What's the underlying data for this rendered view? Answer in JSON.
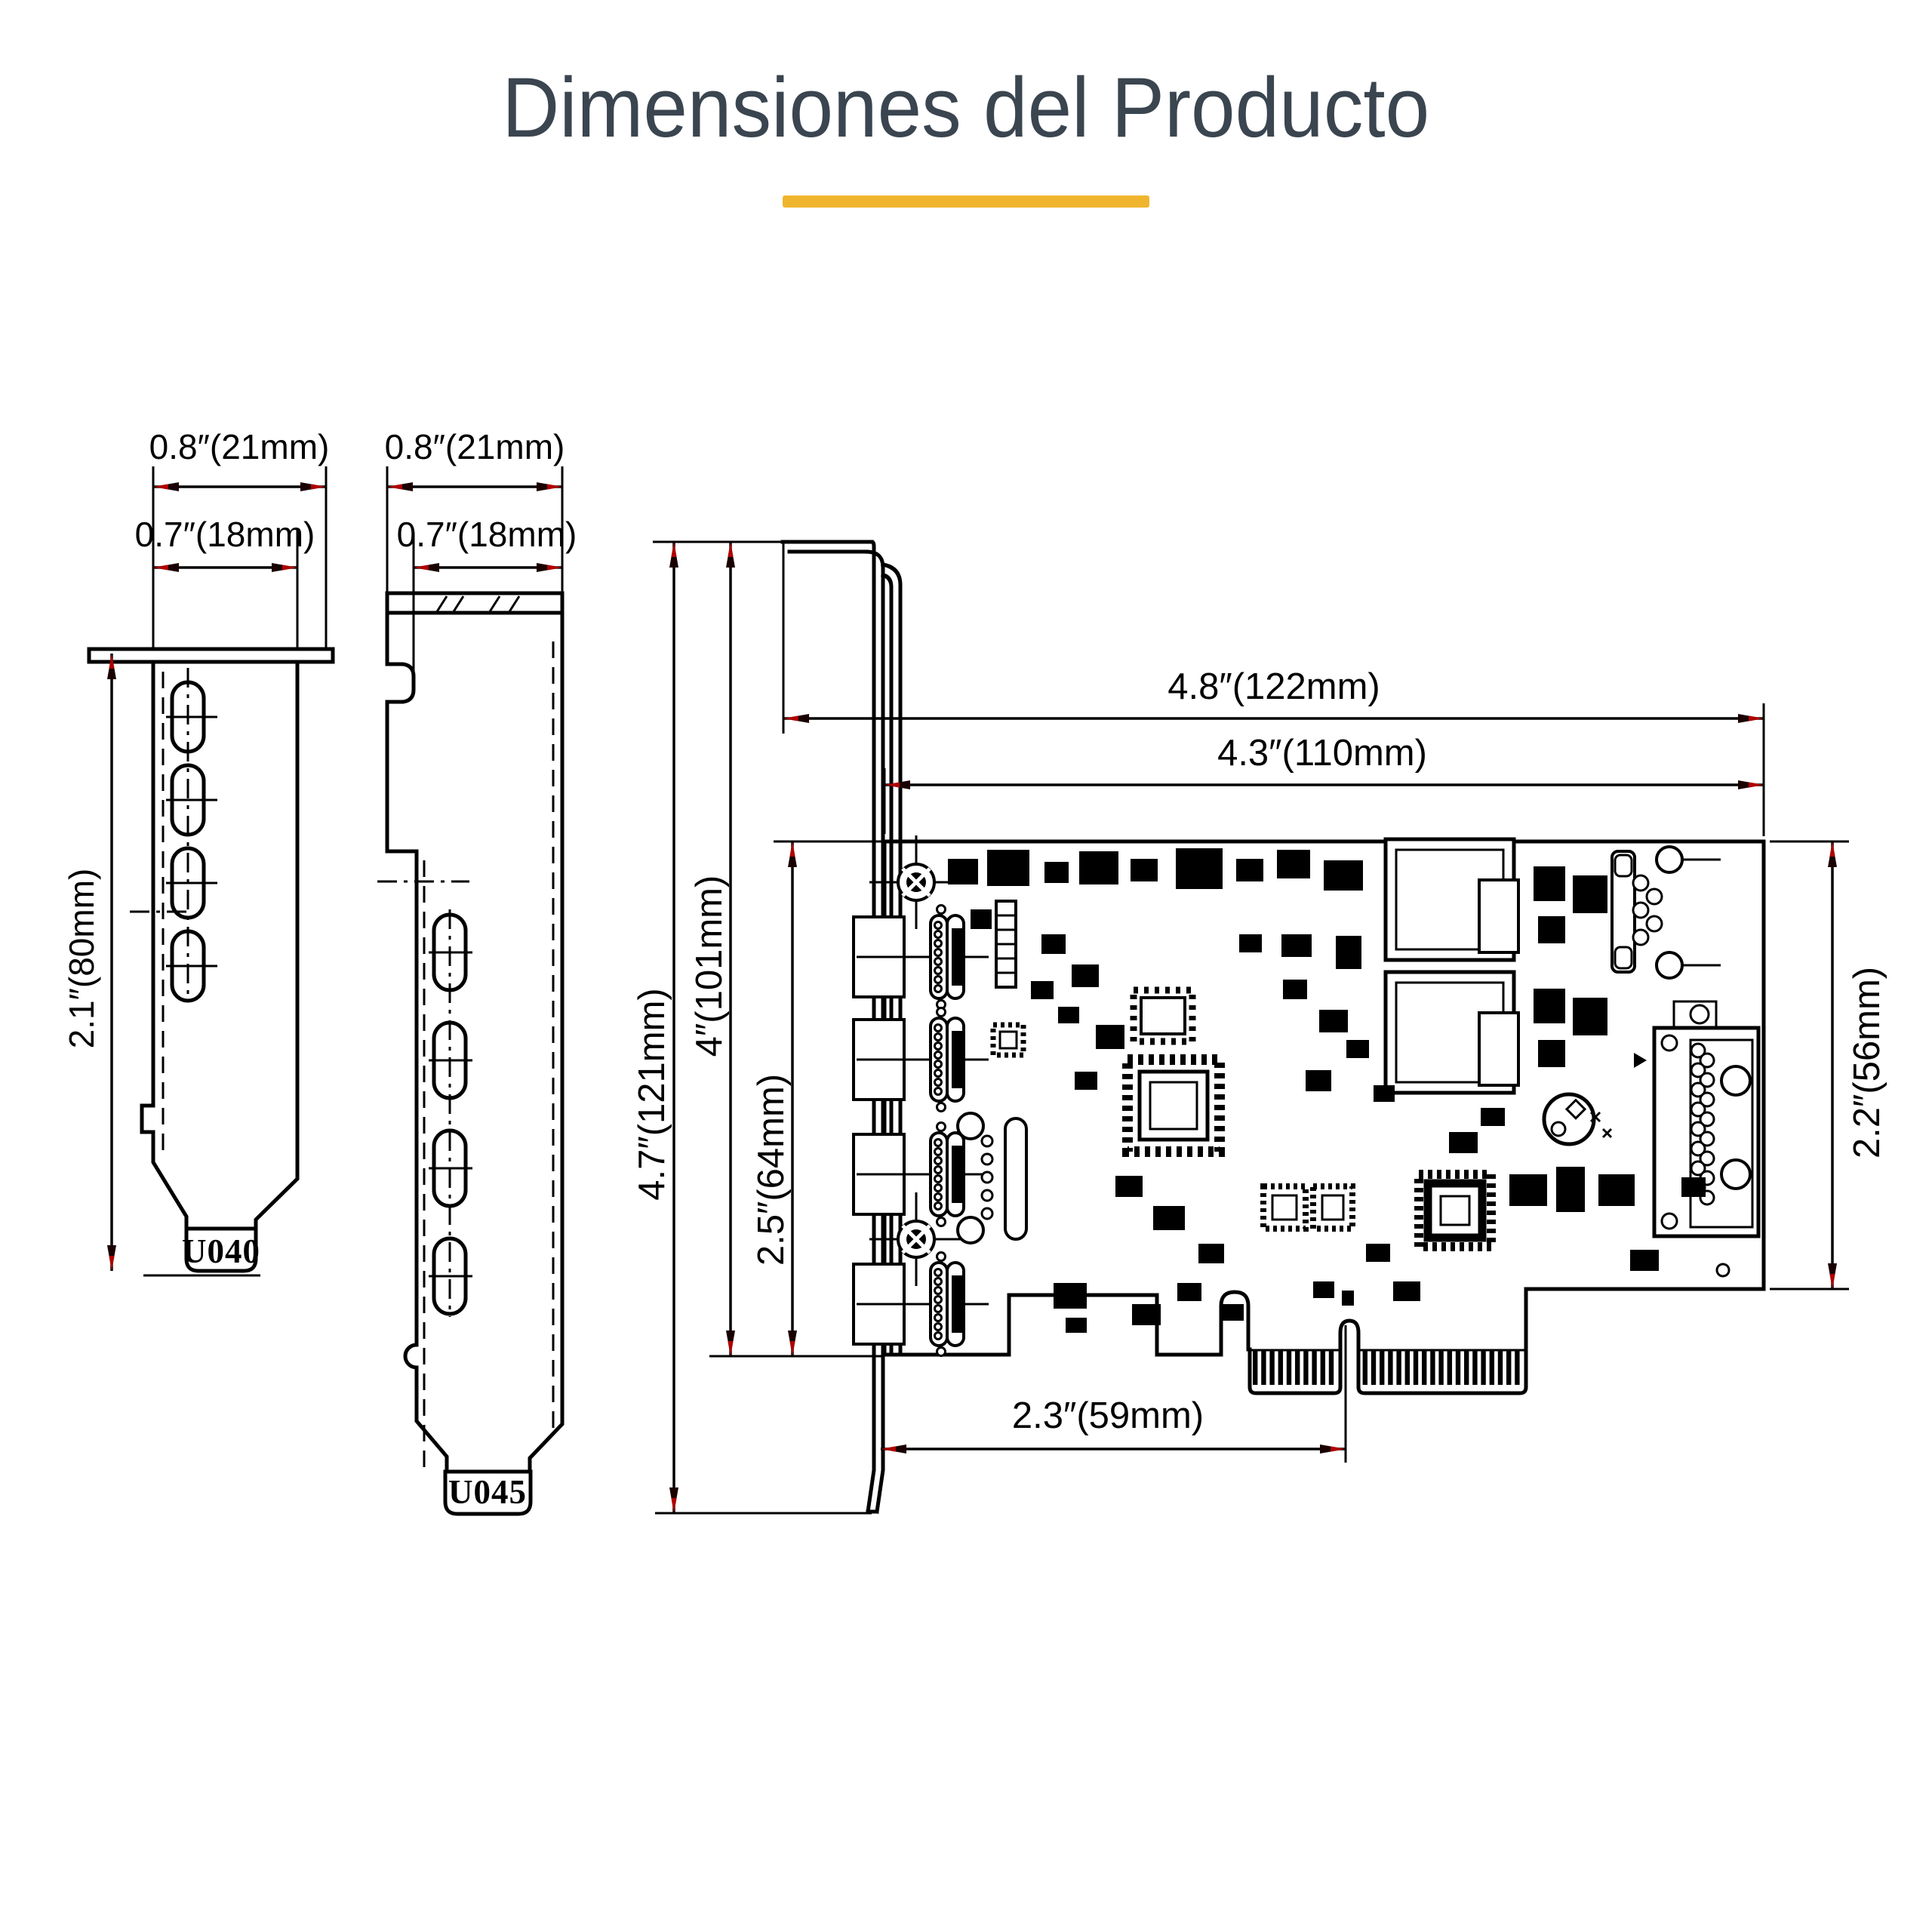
{
  "title": "Dimensiones del Producto",
  "colors": {
    "title": "#3a4550",
    "accent": "#f0b52e",
    "ink": "#000000",
    "arrow": "#b00000"
  },
  "brackets": {
    "u040": {
      "width_outer": "0.8″(21mm)",
      "width_inner": "0.7″(18mm)",
      "height": "2.1″(80mm)",
      "tag": "U040"
    },
    "u045": {
      "width_outer": "0.8″(21mm)",
      "width_inner": "0.7″(18mm)",
      "tag": "U045"
    }
  },
  "card": {
    "total_width": "4.8″(122mm)",
    "pcb_width": "4.3″(110mm)",
    "total_height": "4.7″(121mm)",
    "bracket_height": "4″(101mm)",
    "pcb_height": "2.5″(64mm)",
    "right_height": "2.2″(56mm)",
    "pcie_offset": "2.3″(59mm)"
  }
}
